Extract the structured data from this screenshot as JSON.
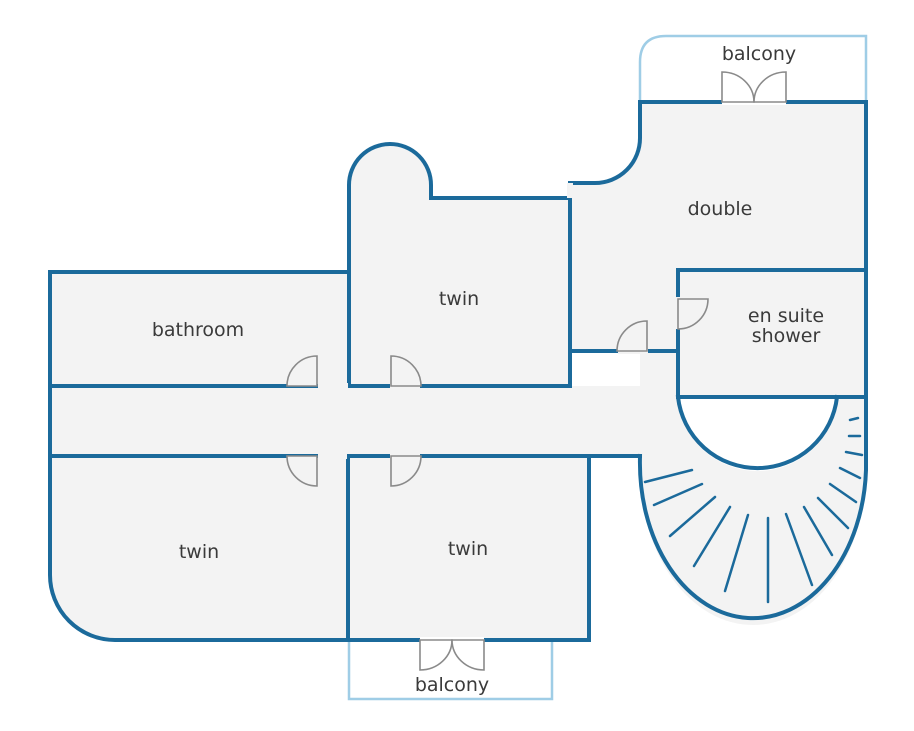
{
  "colors": {
    "wall": "#1b6a9b",
    "balcony_outline": "#9fcde6",
    "floor": "#f3f3f3",
    "door": "#8a8a8a"
  },
  "rooms": {
    "bathroom": "bathroom",
    "twin_top": "twin",
    "twin_bottom_left": "twin",
    "twin_bottom_right": "twin",
    "double": "double",
    "ensuite_line1": "en suite",
    "ensuite_line2": "shower"
  },
  "balconies": {
    "top": "balcony",
    "bottom": "balcony"
  },
  "icons": {
    "door": "door-swing-icon",
    "staircase": "spiral-staircase-icon"
  }
}
